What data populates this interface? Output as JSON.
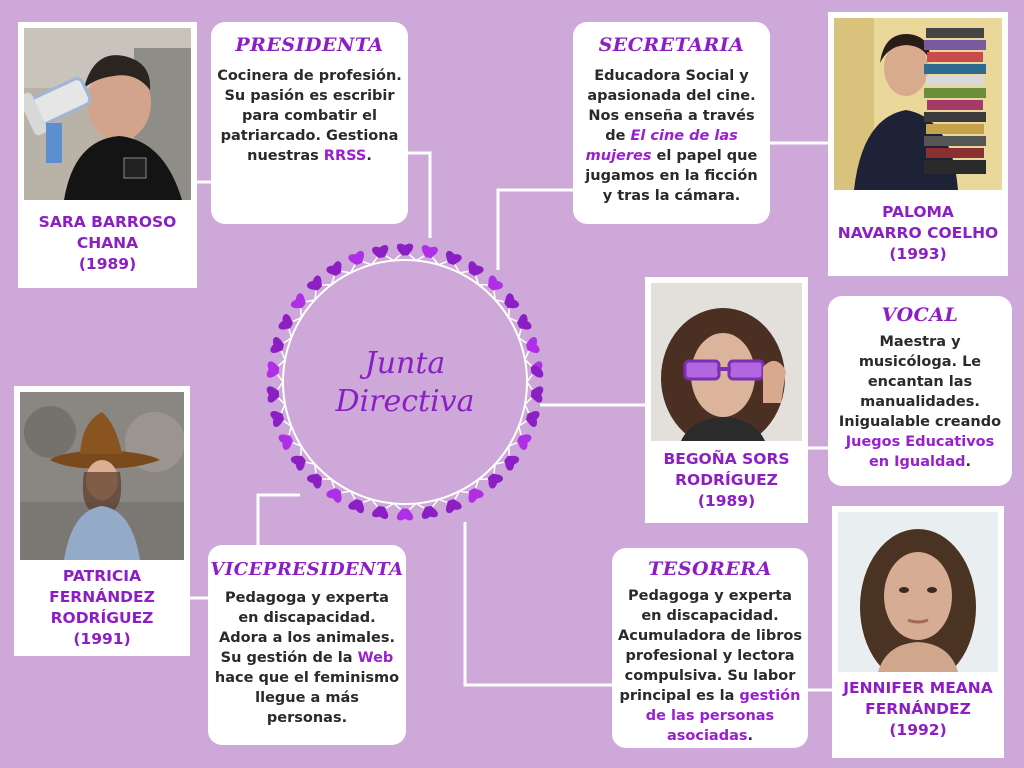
{
  "center": {
    "line1": "Junta",
    "line2": "Directiva"
  },
  "members": {
    "presidenta": {
      "role": "PRESIDENTA",
      "desc_a": "Cocinera de profesión. Su pasión es escribir para combatir el patriarcado. Gestiona nuestras ",
      "desc_hl": "RRSS",
      "desc_b": ".",
      "name_line1": "SARA BARROSO",
      "name_line2": "CHANA",
      "year": "(1989)"
    },
    "secretaria": {
      "role": "SECRETARIA",
      "desc_a": "Educadora Social y apasionada del cine. Nos enseña a través de ",
      "desc_hl": "El cine de las mujeres",
      "desc_b": " el papel que jugamos en la ficción y tras la cámara.",
      "name_line1": "PALOMA",
      "name_line2": "NAVARRO COELHO",
      "year": "(1993)"
    },
    "vocal": {
      "role": "VOCAL",
      "desc_a": "Maestra y musicóloga. Le encantan las manualidades. Inigualable creando ",
      "desc_hl": "Juegos Educativos en Igualdad",
      "desc_b": ".",
      "name_line1": "BEGOÑA SORS",
      "name_line2": "RODRÍGUEZ",
      "year": "(1989)"
    },
    "vicepresidenta": {
      "role": "VICEPRESIDENTA",
      "desc_a": "Pedagoga y experta en discapacidad. Adora a los animales. Su gestión de la ",
      "desc_hl": "Web",
      "desc_b": " hace que el feminismo llegue a más personas.",
      "name_line1": "PATRICIA",
      "name_line2": "FERNÁNDEZ",
      "name_line3": "RODRÍGUEZ",
      "year": "(1991)"
    },
    "tesorera": {
      "role": "TESORERA",
      "desc_a": "Pedagoga y experta en discapacidad. Acumuladora de libros profesional y lectora compulsiva. Su labor principal es la ",
      "desc_hl": "gestión de las personas asociadas",
      "desc_b": ".",
      "name_line1": "JENNIFER MEANA",
      "name_line2": "FERNÁNDEZ",
      "year": "(1992)"
    }
  },
  "colors": {
    "background": "#cda8d8",
    "accent": "#8c1fc4",
    "card": "#ffffff"
  }
}
